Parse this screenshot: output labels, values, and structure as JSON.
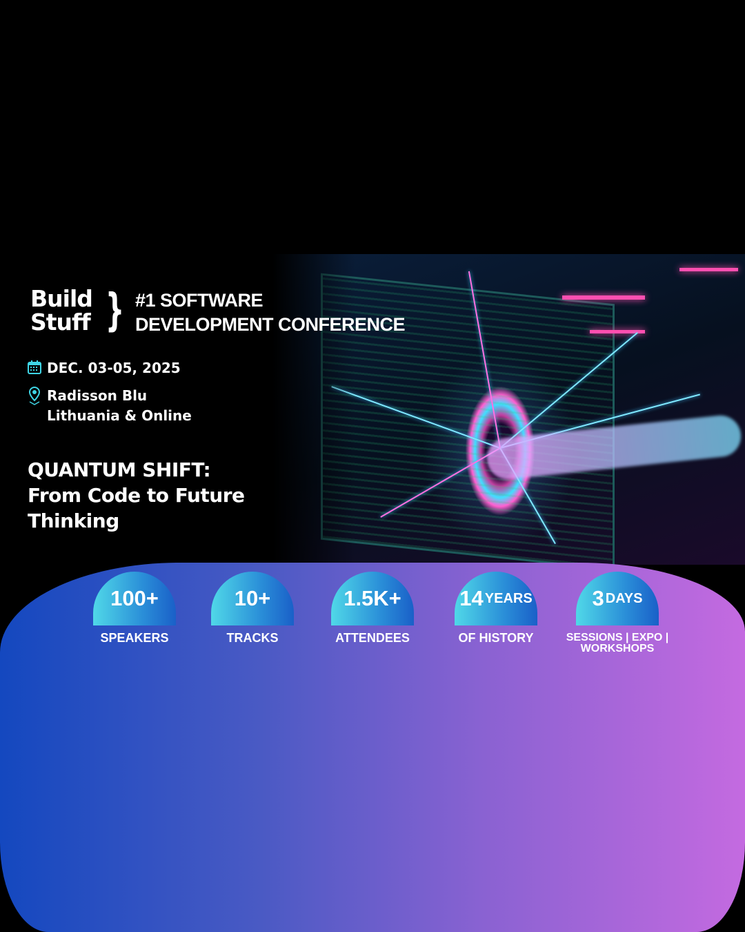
{
  "brand": {
    "logo_line1": "Build",
    "logo_line2": "Stuff",
    "logo_brace": "}"
  },
  "tagline": {
    "line1": "#1 SOFTWARE",
    "line2": "DEVELOPMENT CONFERENCE"
  },
  "event": {
    "date": "DEC. 03-05, 2025",
    "venue_line1": "Radisson Blu",
    "venue_line2": "Lithuania & Online"
  },
  "theme": {
    "line1": "QUANTUM SHIFT:",
    "line2": "From Code to Future",
    "line3": "Thinking"
  },
  "stats": [
    {
      "value": "100+",
      "unit": "",
      "label": "SPEAKERS"
    },
    {
      "value": "10+",
      "unit": "",
      "label": "TRACKS"
    },
    {
      "value": "1.5K+",
      "unit": "",
      "label": "ATTENDEES"
    },
    {
      "value": "14",
      "unit": "YEARS",
      "label": "OF HISTORY"
    },
    {
      "value": "3",
      "unit": "DAYS",
      "label": "SESSIONS | EXPO | WORKSHOPS"
    }
  ],
  "colors": {
    "accent_cyan": "#3fd6e6",
    "gradient_left": "#1448bf",
    "gradient_right": "#c46ae0"
  },
  "icons": {
    "date": "calendar-icon",
    "venue": "map-pin-icon"
  }
}
